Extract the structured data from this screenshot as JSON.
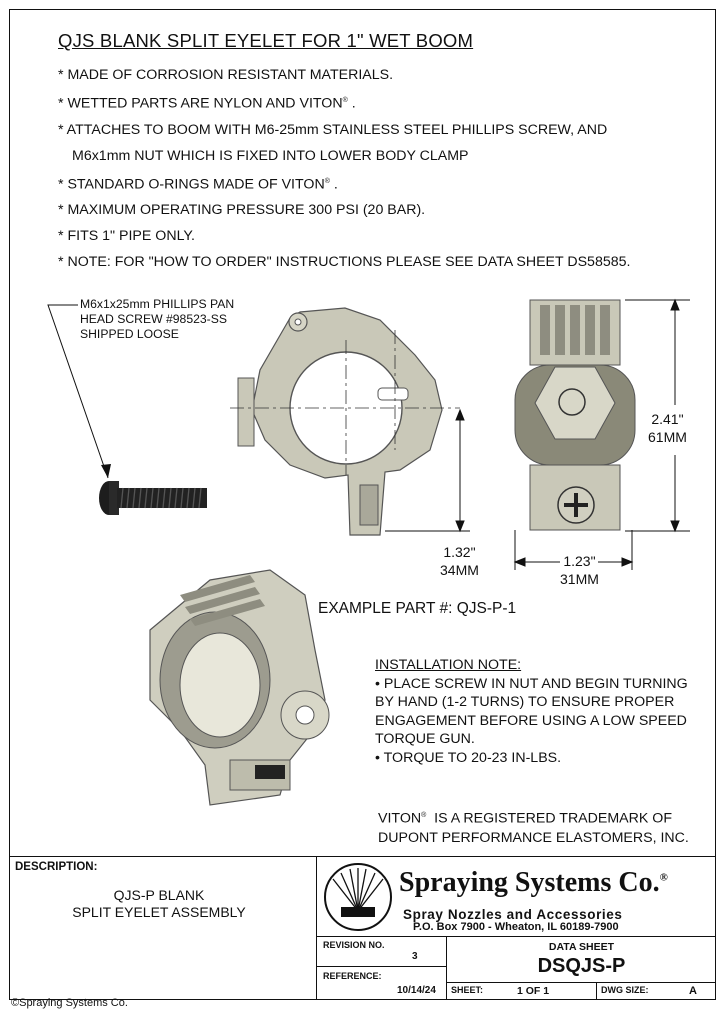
{
  "title": "QJS BLANK SPLIT EYELET FOR 1\" WET BOOM",
  "bullets": [
    "* MADE OF CORROSION RESISTANT MATERIALS.",
    "* WETTED PARTS ARE NYLON AND VITON",
    "* ATTACHES TO BOOM WITH M6-25mm STAINLESS STEEL PHILLIPS SCREW, AND",
    "M6x1mm NUT WHICH IS FIXED INTO LOWER BODY CLAMP",
    "* STANDARD O-RINGS MADE OF VITON",
    "* MAXIMUM OPERATING PRESSURE 300 PSI (20 BAR).",
    "* FITS 1\" PIPE ONLY.",
    "* NOTE: FOR \"HOW TO ORDER\" INSTRUCTIONS PLEASE SEE DATA SHEET DS58585."
  ],
  "reg_mark": "®",
  "period": ".",
  "screw_callout": [
    "M6x1x25mm PHILLIPS PAN",
    "HEAD SCREW #98523-SS",
    "SHIPPED LOOSE"
  ],
  "dims": {
    "height_in": "2.41\"",
    "height_mm": "61MM",
    "width_in": "1.23\"",
    "width_mm": "31MM",
    "half_in": "1.32\"",
    "half_mm": "34MM"
  },
  "example_part": "EXAMPLE PART #:  QJS-P-1",
  "installation": {
    "heading": "INSTALLATION NOTE:",
    "lines": [
      "• PLACE SCREW IN NUT AND BEGIN TURNING",
      "BY HAND (1-2 TURNS) TO ENSURE PROPER",
      "ENGAGEMENT BEFORE USING A LOW SPEED",
      "TORQUE GUN.",
      "• TORQUE TO 20-23 IN-LBS."
    ]
  },
  "trademark": [
    "VITON",
    "IS A REGISTERED TRADEMARK OF",
    "DUPONT PERFORMANCE ELASTOMERS, INC."
  ],
  "title_block": {
    "description_label": "DESCRIPTION:",
    "description_lines": [
      "QJS-P BLANK",
      "SPLIT EYELET ASSEMBLY"
    ],
    "company": "Spraying Systems Co.",
    "company_reg": "®",
    "tagline": "Spray Nozzles and Accessories",
    "address": "P.O. Box 7900 - Wheaton, IL 60189-7900",
    "revision_label": "REVISION NO.",
    "revision": "3",
    "reference_label": "REFERENCE:",
    "reference": "10/14/24",
    "data_sheet_label": "DATA SHEET",
    "data_sheet": "DSQJS-P",
    "sheet_label": "SHEET:",
    "sheet": "1 OF 1",
    "dwg_size_label": "DWG SIZE:",
    "dwg_size": "A"
  },
  "copyright": "©Spraying Systems Co."
}
